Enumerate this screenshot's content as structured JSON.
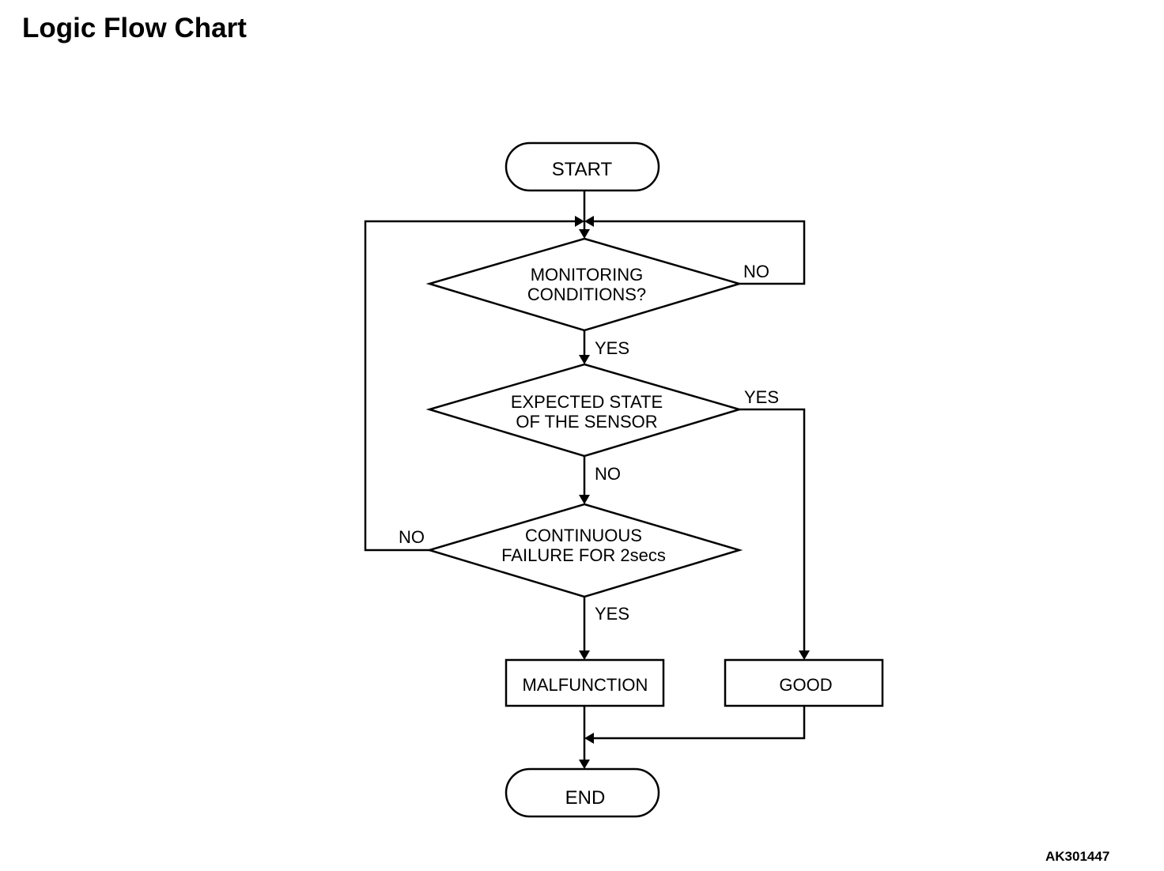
{
  "title": "Logic Flow Chart",
  "figure_id": "AK301447",
  "nodes": {
    "start": {
      "label": "START"
    },
    "monitoring": {
      "lines": [
        "MONITORING",
        "CONDITIONS?"
      ]
    },
    "expected_state": {
      "lines": [
        "EXPECTED STATE",
        "OF THE SENSOR"
      ]
    },
    "continuous_failure": {
      "lines": [
        "CONTINUOUS",
        "FAILURE FOR 2secs"
      ]
    },
    "malfunction": {
      "label": "MALFUNCTION"
    },
    "good": {
      "label": "GOOD"
    },
    "end": {
      "label": "END"
    }
  },
  "edges": {
    "monitoring_yes": "YES",
    "monitoring_no": "NO",
    "expected_yes": "YES",
    "expected_no": "NO",
    "continuous_yes": "YES",
    "continuous_no": "NO"
  }
}
